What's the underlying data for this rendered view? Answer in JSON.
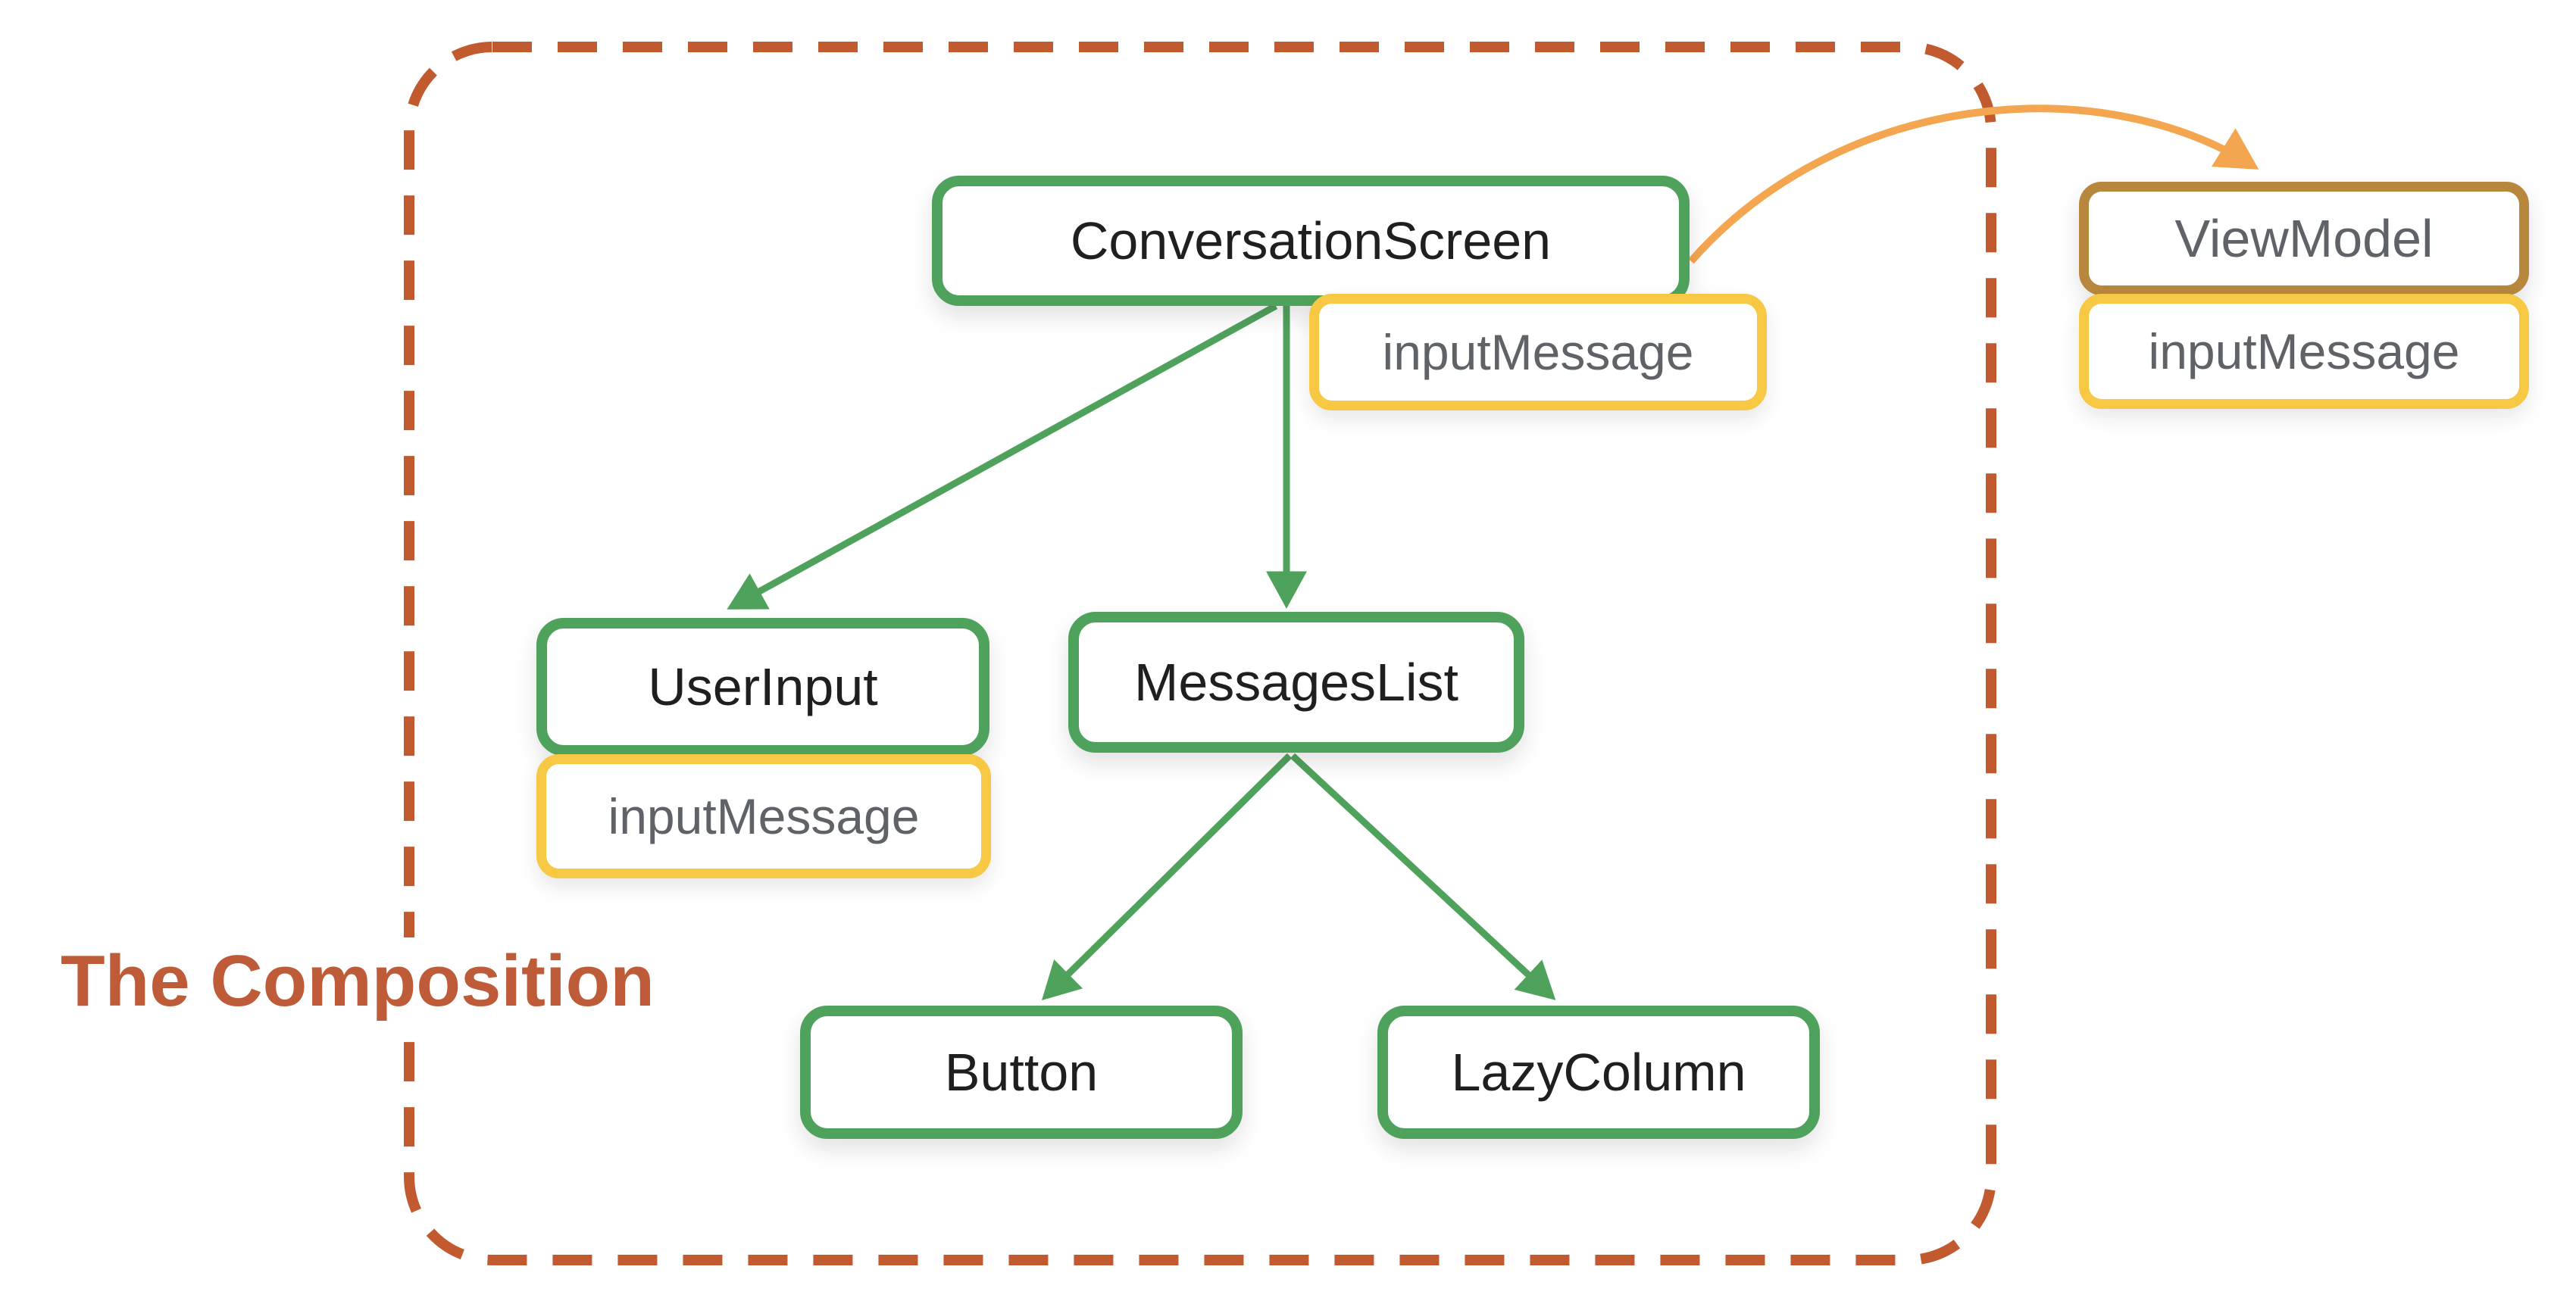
{
  "title": "The Composition",
  "nodes": {
    "conversation_screen": "ConversationScreen",
    "user_input": "UserInput",
    "messages_list": "MessagesList",
    "button": "Button",
    "lazy_column": "LazyColumn",
    "view_model": "ViewModel"
  },
  "badges": {
    "conversation_screen": "inputMessage",
    "user_input": "inputMessage",
    "view_model": "inputMessage"
  },
  "edges": [
    {
      "from": "ConversationScreen",
      "to": "UserInput",
      "style": "green-arrow"
    },
    {
      "from": "ConversationScreen",
      "to": "MessagesList",
      "style": "green-arrow"
    },
    {
      "from": "MessagesList",
      "to": "Button",
      "style": "green-arrow"
    },
    {
      "from": "MessagesList",
      "to": "LazyColumn",
      "style": "green-arrow"
    },
    {
      "from": "ConversationScreen",
      "to": "ViewModel",
      "style": "orange-curved-arrow"
    }
  ],
  "colors": {
    "node_border_green": "#4FA25B",
    "node_border_brown": "#B8873E",
    "badge_border_yellow": "#F7C843",
    "edge_green": "#4FA25B",
    "edge_orange": "#F3A64F",
    "boundary_dashed": "#C25A30",
    "title_text": "#BE5B38",
    "node_text": "#1F1F1F",
    "muted_text": "#5F6368",
    "background": "#FFFFFF"
  }
}
